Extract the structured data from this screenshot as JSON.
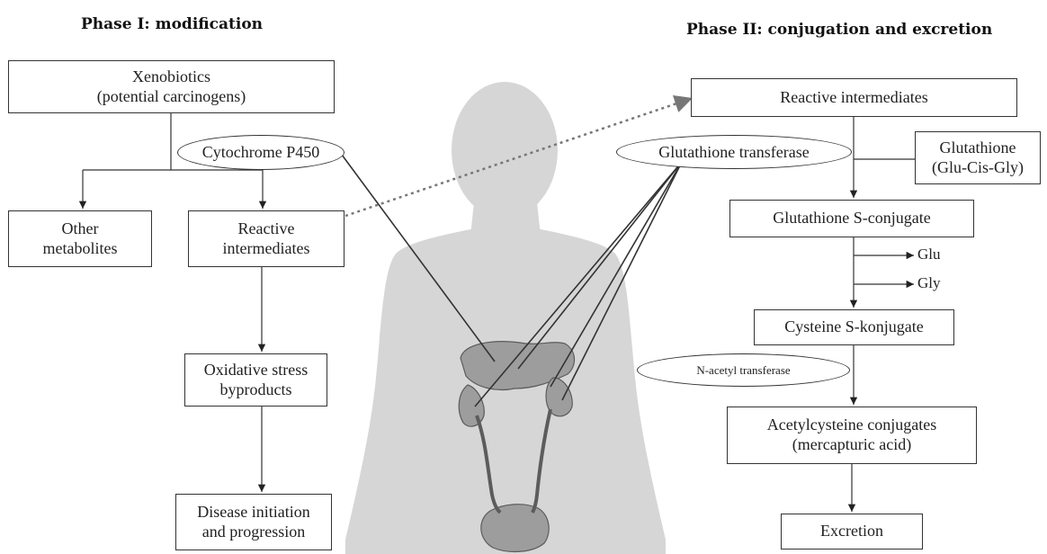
{
  "headers": {
    "phase1": "Phase I: modification",
    "phase2": "Phase II: conjugation and excretion"
  },
  "phase1": {
    "xenobiotics": [
      "Xenobiotics",
      "(potential carcinogens)"
    ],
    "cyp450": "Cytochrome P450",
    "other_metabolites": [
      "Other",
      "metabolites"
    ],
    "reactive_intermediates": [
      "Reactive",
      "intermediates"
    ],
    "oxidative_stress": [
      "Oxidative stress",
      "byproducts"
    ],
    "disease": [
      "Disease initiation",
      "and progression"
    ]
  },
  "phase2": {
    "reactive_intermediates": "Reactive intermediates",
    "glutathione_transferase": "Glutathione transferase",
    "glutathione": [
      "Glutathione",
      "(Glu-Cis-Gly)"
    ],
    "glutathione_s_conjugate": "Glutathione S-conjugate",
    "glu": "Glu",
    "gly": "Gly",
    "cysteine_s_conjugate": "Cysteine S-konjugate",
    "n_acetyl_transferase": "N-acetyl transferase",
    "acetylcysteine": [
      "Acetylcysteine conjugates",
      "(mercapturic acid)"
    ],
    "excretion": "Excretion"
  },
  "colors": {
    "silhouette": "#d6d6d6",
    "organ_fill": "#9d9d9d",
    "organ_stroke": "#5c5c5c",
    "line": "#333333",
    "dotted_line": "#777777"
  }
}
